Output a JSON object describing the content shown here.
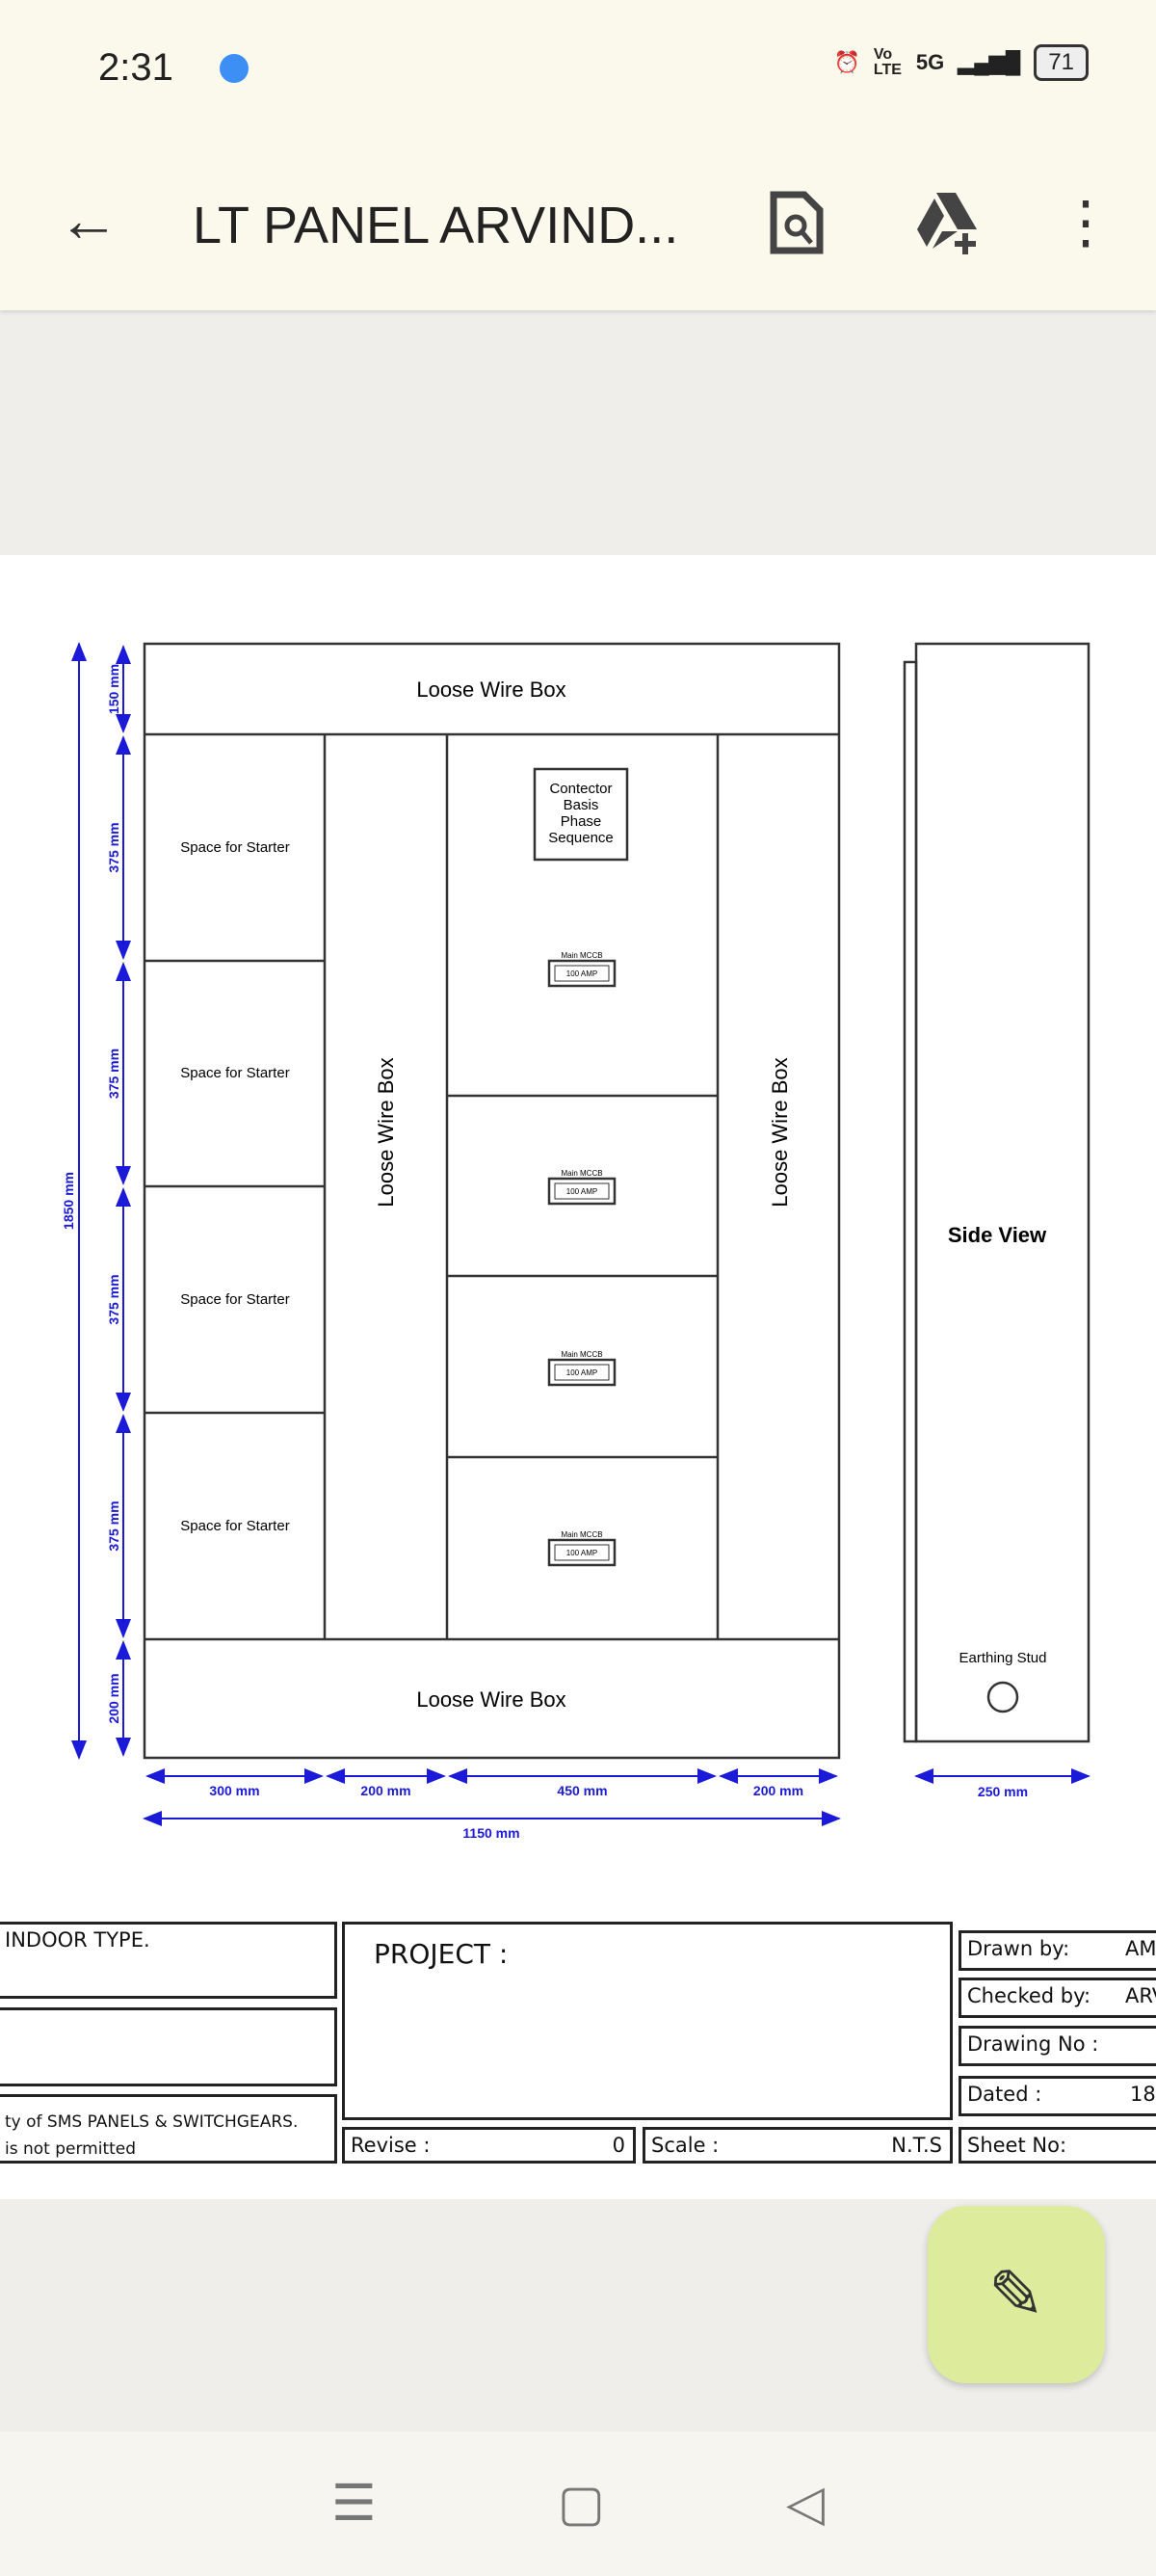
{
  "status": {
    "time": "2:31",
    "network": "5G",
    "volte": "Vo LTE",
    "battery": "71"
  },
  "toolbar": {
    "title": "LT PANEL ARVIND..."
  },
  "drawing": {
    "top_box": "Loose Wire Box",
    "bottom_box": "Loose Wire Box",
    "left_vertical_box": "Loose Wire Box",
    "right_vertical_box": "Loose Wire Box",
    "starter": "Space for Starter",
    "contactor": [
      "Contector",
      "Basis",
      "Phase",
      "Sequence"
    ],
    "mccb_label": "Main MCCB",
    "mccb_rating": "100 AMP",
    "side_view": "Side View",
    "earthing": "Earthing Stud",
    "dims_v": [
      "150 mm",
      "375 mm",
      "375 mm",
      "375 mm",
      "375 mm",
      "200 mm"
    ],
    "dim_total_v": "1850 mm",
    "dims_h": [
      "300 mm",
      "200 mm",
      "450 mm",
      "200 mm"
    ],
    "dim_total_h": "1150 mm",
    "dim_side": "250 mm"
  },
  "title_block": {
    "type": "INDOOR TYPE.",
    "property": "ty of SMS PANELS & SWITCHGEARS.",
    "permit": "is not permitted",
    "project": "PROJECT :",
    "revise_label": "Revise :",
    "revise": "0",
    "scale_label": "Scale :",
    "scale": "N.T.S",
    "drawn_label": "Drawn by:",
    "drawn": "AM",
    "checked_label": "Checked by:",
    "checked": "ARV",
    "drawing_no_label": "Drawing No :",
    "dated_label": "Dated :",
    "dated": "18-",
    "sheet_label": "Sheet No:"
  }
}
